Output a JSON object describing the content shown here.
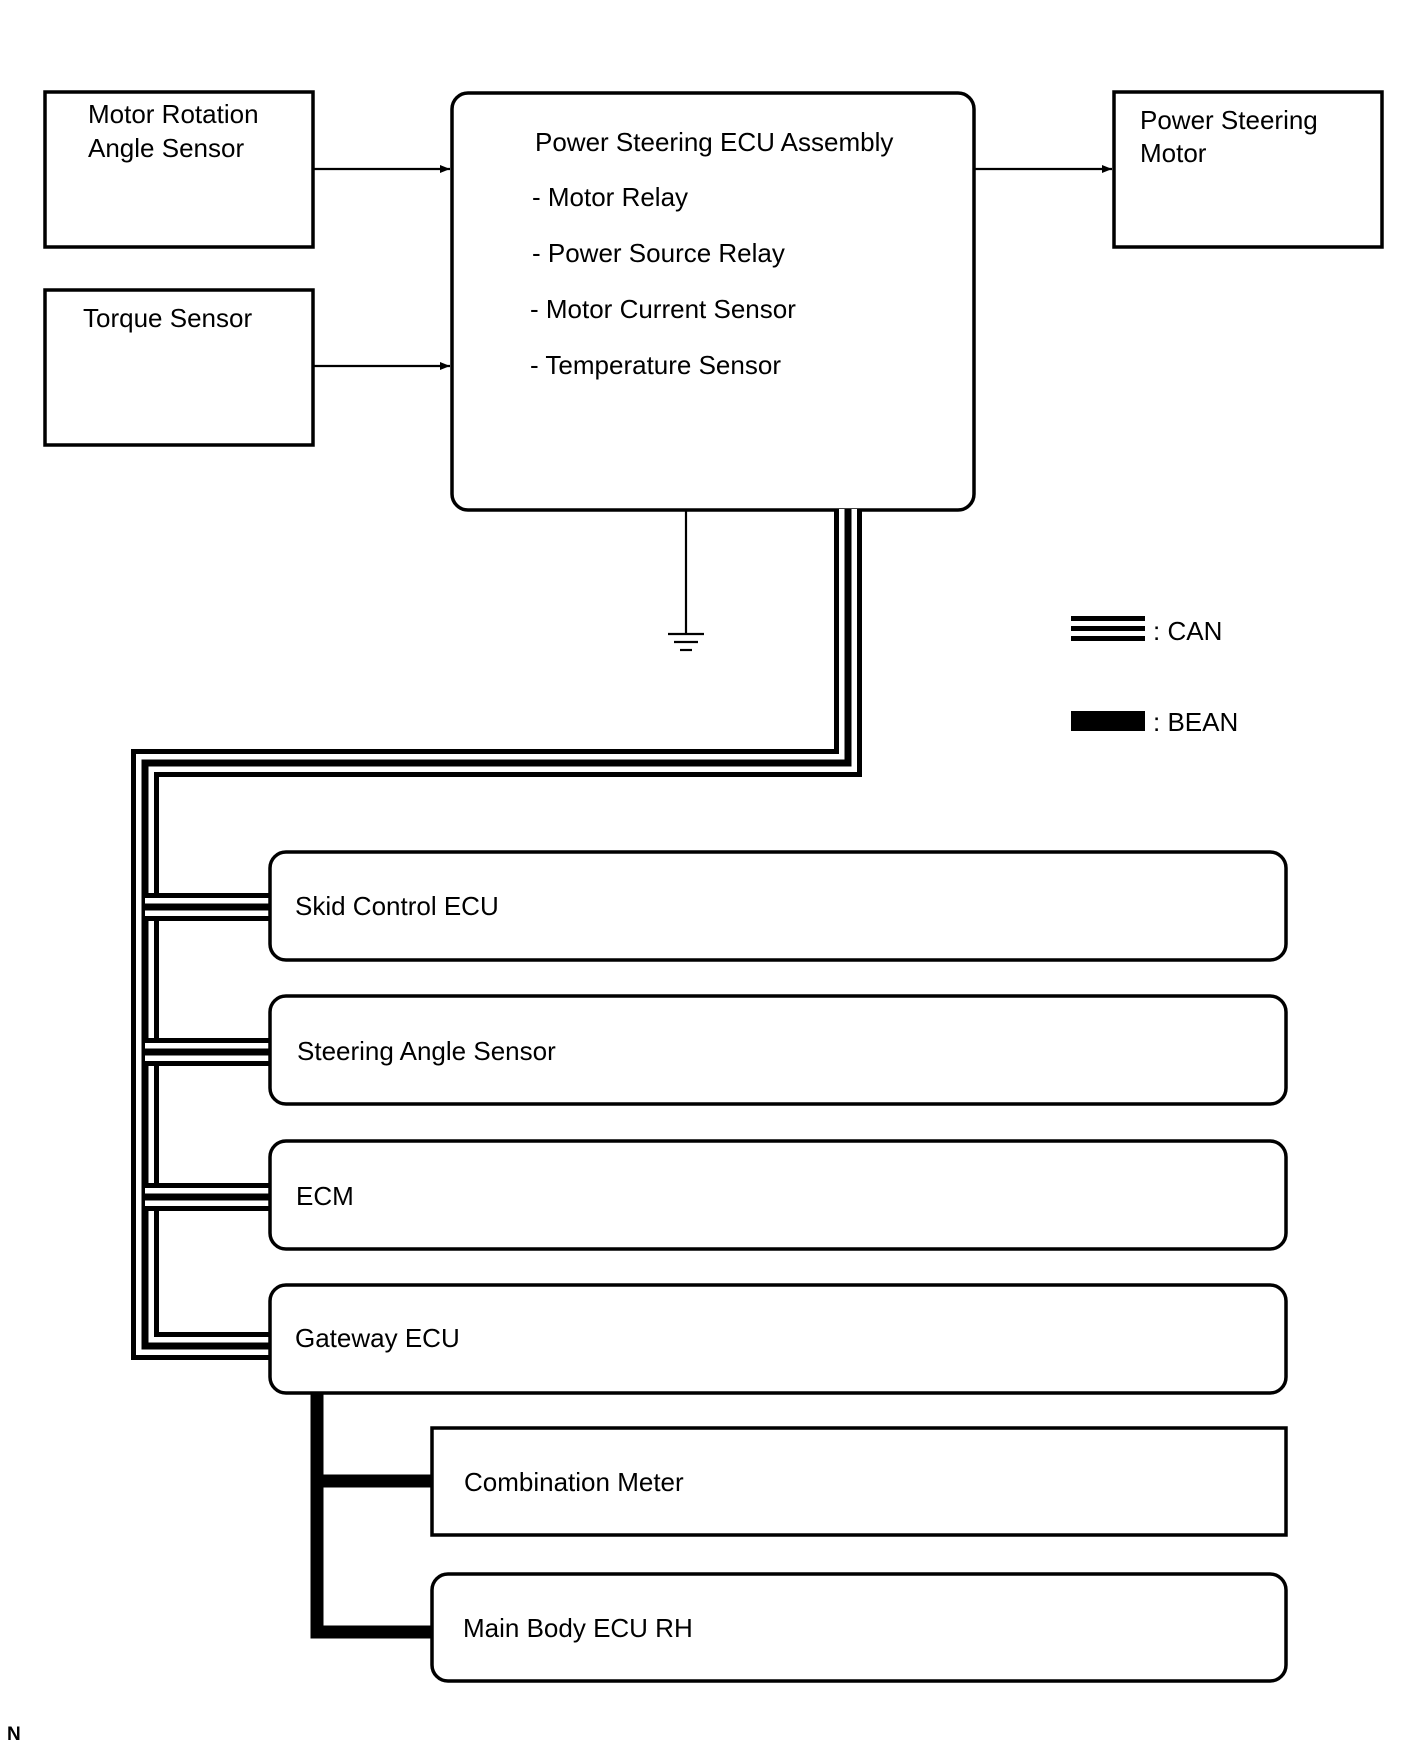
{
  "sensors": {
    "motor_rotation_angle_sensor": [
      "Motor Rotation",
      "Angle Sensor"
    ],
    "torque_sensor": [
      "Torque Sensor"
    ]
  },
  "ecu_assembly": {
    "title": "Power Steering ECU Assembly",
    "items": [
      "- Motor Relay",
      "- Power Source Relay",
      "- Motor Current Sensor",
      "- Temperature Sensor"
    ]
  },
  "motor": [
    "Power Steering",
    "Motor"
  ],
  "legend": {
    "can": ": CAN",
    "bean": ": BEAN"
  },
  "can_nodes": [
    "Skid Control ECU",
    "Steering Angle Sensor",
    "ECM",
    "Gateway ECU"
  ],
  "bean_nodes": [
    "Combination Meter",
    "Main Body ECU RH"
  ],
  "corner_mark": "N",
  "colors": {
    "line": "#000000",
    "background": "#ffffff"
  }
}
